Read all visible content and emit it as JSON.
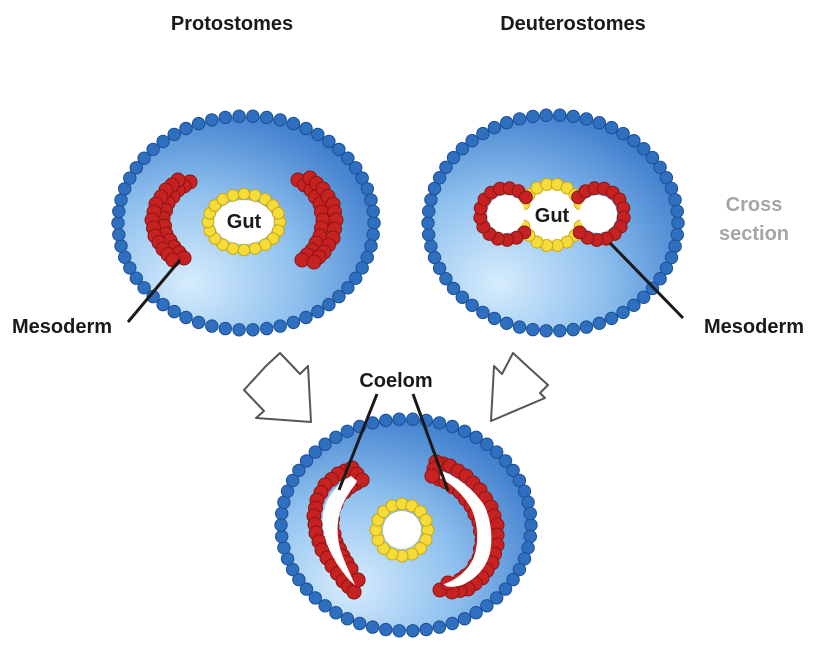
{
  "headings": {
    "left": "Protostomes",
    "right": "Deuterostomes"
  },
  "labels": {
    "gut_left": "Gut",
    "gut_right": "Gut",
    "mesoderm_left": "Mesoderm",
    "mesoderm_right": "Mesoderm",
    "coelom": "Coelom",
    "cross_section_line1": "Cross",
    "cross_section_line2": "section"
  },
  "colors": {
    "ectoderm_cells": "#2f6fc0",
    "ectoderm_outline": "#1d4f94",
    "body_dark": "#2a6cc4",
    "body_light": "#c9e4fa",
    "mesoderm": "#c62221",
    "mesoderm_outline": "#8d1414",
    "endoderm": "#f5dc3a",
    "endoderm_outline": "#caa80f",
    "coelom_space": "#ffffff",
    "arrow_outline": "#555555",
    "caption_grey": "#a6a6a6"
  }
}
